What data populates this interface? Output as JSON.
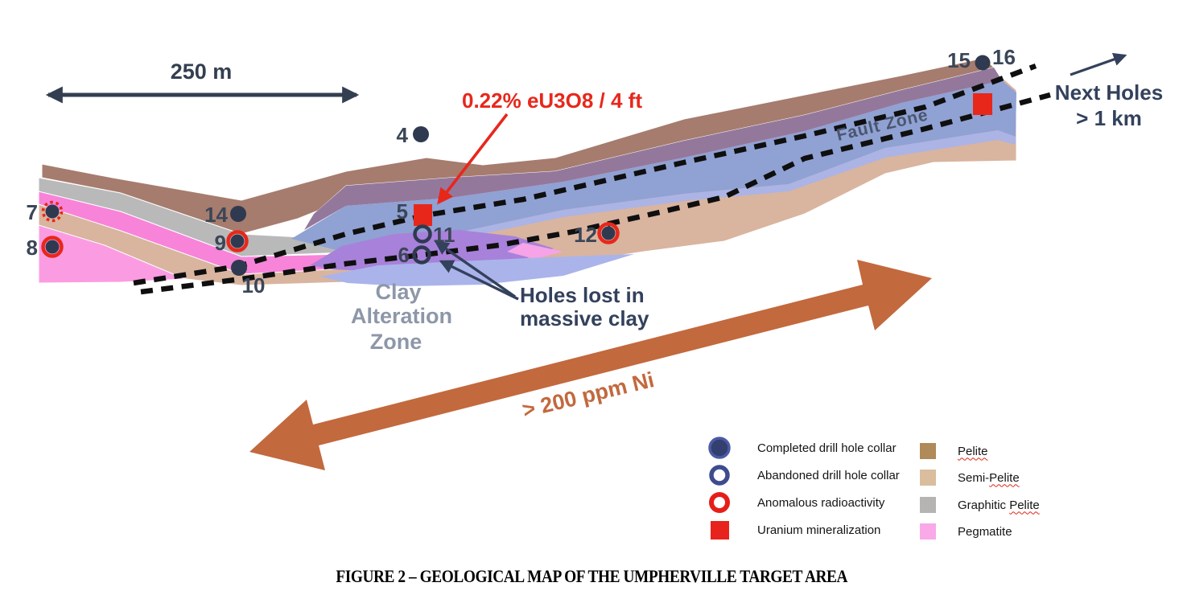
{
  "figure": {
    "caption": "FIGURE 2 – GEOLOGICAL MAP OF THE UMPHERVILLE TARGET AREA"
  },
  "map": {
    "scale_bar_label": "250 m",
    "grade_annotation": "0.22% eU3O8 / 4 ft",
    "fault_zone_label": "Fault Zone",
    "clay_zone_label": [
      "Clay",
      "Alteration",
      "Zone"
    ],
    "holes_lost_label": [
      "Holes lost in",
      "massive clay"
    ],
    "next_holes_label": [
      "Next Holes",
      "> 1 km"
    ],
    "ni_arrow_label": "> 200 ppm Ni"
  },
  "holes": [
    {
      "label": "4",
      "type": "completed"
    },
    {
      "label": "5",
      "type": "uranium-mineralization"
    },
    {
      "label": "6",
      "type": "abandoned"
    },
    {
      "label": "7",
      "type": "anomalous-radioactivity-dotted"
    },
    {
      "label": "8",
      "type": "anomalous-radioactivity"
    },
    {
      "label": "9",
      "type": "anomalous-radioactivity"
    },
    {
      "label": "10",
      "type": "completed"
    },
    {
      "label": "11",
      "type": "abandoned"
    },
    {
      "label": "12",
      "type": "anomalous-radioactivity"
    },
    {
      "label": "14",
      "type": "completed"
    },
    {
      "label": "15",
      "type": "completed"
    },
    {
      "label": "16",
      "type": "completed"
    }
  ],
  "legend": {
    "markers": [
      {
        "label": "Completed drill hole collar",
        "type": "completed"
      },
      {
        "label": "Abandoned drill hole collar",
        "type": "abandoned"
      },
      {
        "label": "Anomalous radioactivity",
        "type": "anomalous"
      },
      {
        "label": "Uranium mineralization",
        "type": "uranium"
      }
    ],
    "units": [
      {
        "prefix": "",
        "word": "Pelite",
        "color": "#b08a59"
      },
      {
        "prefix": "Semi-",
        "word": "Pelite",
        "color": "#d9bd9d"
      },
      {
        "prefix": "Graphitic ",
        "word": "Pelite",
        "color": "#b5b4b3"
      },
      {
        "prefix": "Pegmatite",
        "word": "",
        "color": "#f9a9e7"
      }
    ]
  },
  "colors": {
    "pelite_map": "#a67c6e",
    "semi_pelite_map": "#d9b49f",
    "graphitic_pelite_map": "#b9b9b9",
    "pegmatite_map": "#f784d9",
    "pegmatite_wedge": "#fb9ce2",
    "fault_zone_blue": "#90a1d3",
    "brown_blue_overlap_mauve": "#94789c",
    "clay_alteration_purple": "#a881da",
    "clay_light_blue": "#aab4ea",
    "uranium_red": "#e8271b",
    "drill_navy": "#2f3a50",
    "label_navy": "#3a4658",
    "annotation_navy": "#33415c",
    "ni_arrow_orange": "#c2693e",
    "clay_label_gray": "#8d97a8"
  }
}
